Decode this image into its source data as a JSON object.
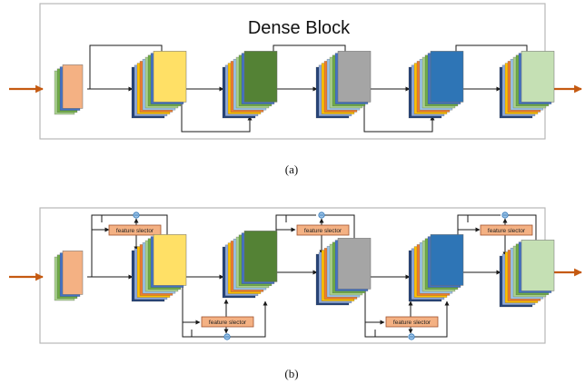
{
  "diagram": {
    "panel_a": {
      "title": "Dense Block",
      "caption": "(a)"
    },
    "panel_b": {
      "caption": "(b)",
      "selector_label": "feature slector"
    },
    "colors": {
      "arrow": "#c55a11",
      "input_front": "#f4b183",
      "block_fronts": [
        "#ffe066",
        "#548235",
        "#a5a5a5",
        "#2e75b6",
        "#c5e0b4"
      ],
      "selector_fill": "#f4b183"
    },
    "stripe_colors": [
      "#5b9bd5",
      "#4472c4",
      "#70ad47",
      "#a9d18e",
      "#9dc3e6",
      "#ed7d31",
      "#ffc000",
      "#8faadc",
      "#264478",
      "#c9c9c9",
      "#7030a0",
      "#548235"
    ]
  }
}
